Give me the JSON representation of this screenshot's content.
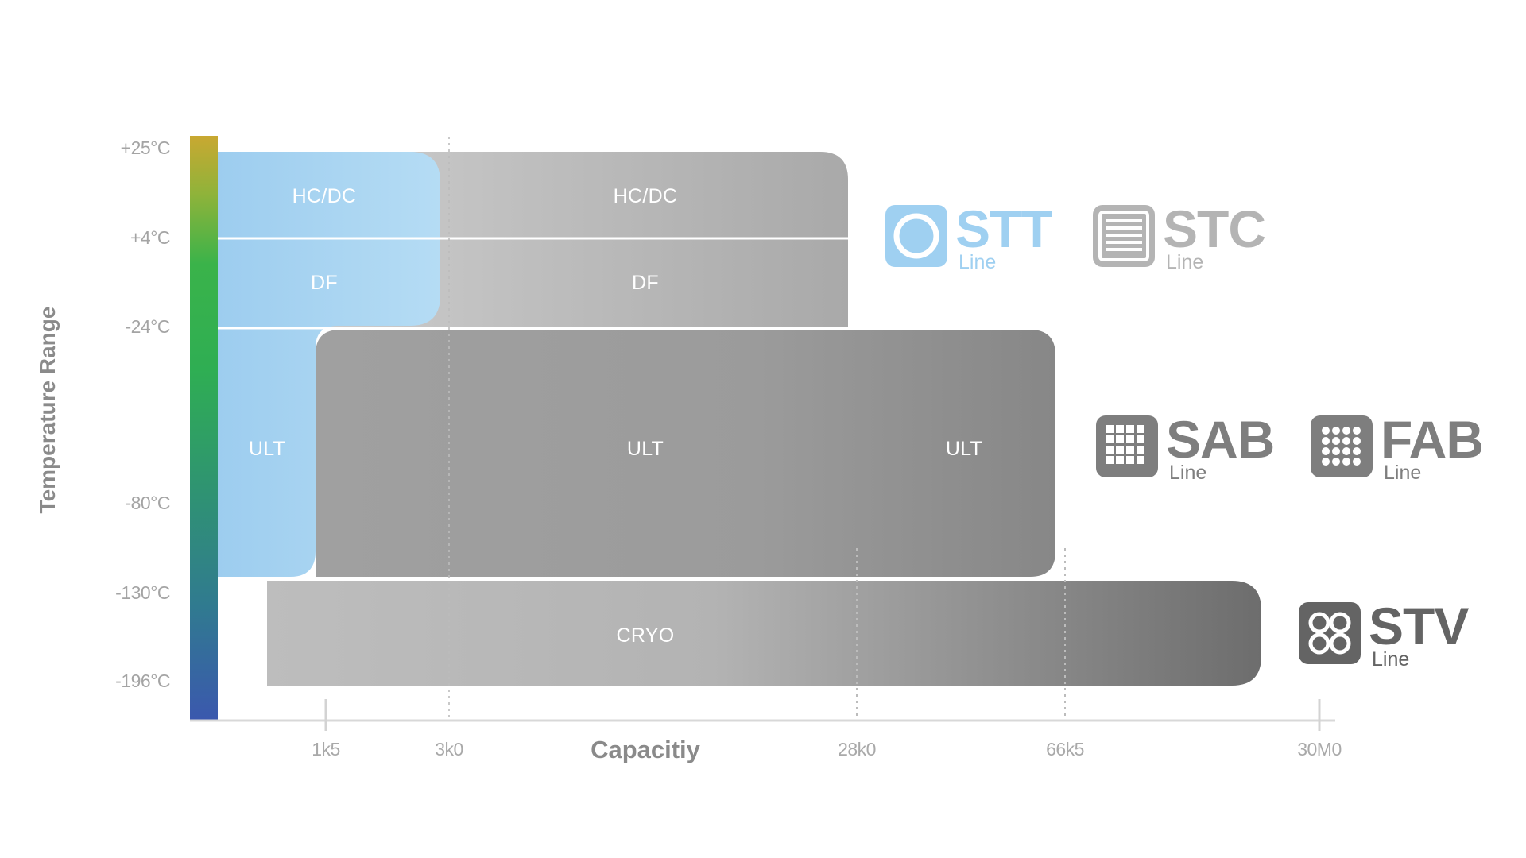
{
  "axis": {
    "y_label": "Temperature Range",
    "x_label": "Capacitiy",
    "y_ticks": [
      "+25°C",
      "+4°C",
      "-24°C",
      "-80°C",
      "-130°C",
      "-196°C"
    ],
    "x_ticks": [
      "1k5",
      "3k0",
      "28k0",
      "66k5",
      "30M0"
    ]
  },
  "bands": {
    "blue_top": "HC/DC",
    "blue_mid": "DF",
    "grey_top": "HC/DC",
    "grey_mid": "DF",
    "blue_ult": "ULT",
    "ult_center": "ULT",
    "ult_right": "ULT",
    "cryo": "CRYO"
  },
  "lines": [
    {
      "name": "STT",
      "sub": "Line",
      "icon": "circle-icon",
      "color": "#9fd0f1"
    },
    {
      "name": "STC",
      "sub": "Line",
      "icon": "horizontal-lines-icon",
      "color": "#b4b4b4"
    },
    {
      "name": "SAB",
      "sub": "Line",
      "icon": "square-grid-icon",
      "color": "#7e7e7e"
    },
    {
      "name": "FAB",
      "sub": "Line",
      "icon": "dot-grid-icon",
      "color": "#7e7e7e"
    },
    {
      "name": "STV",
      "sub": "Line",
      "icon": "four-circles-icon",
      "color": "#646464"
    }
  ],
  "colors": {
    "blue": "#a9d5f2",
    "grey_light": "#c9c9c9",
    "grey_mid": "#9a9a9a",
    "grey_dark": "#707070"
  }
}
